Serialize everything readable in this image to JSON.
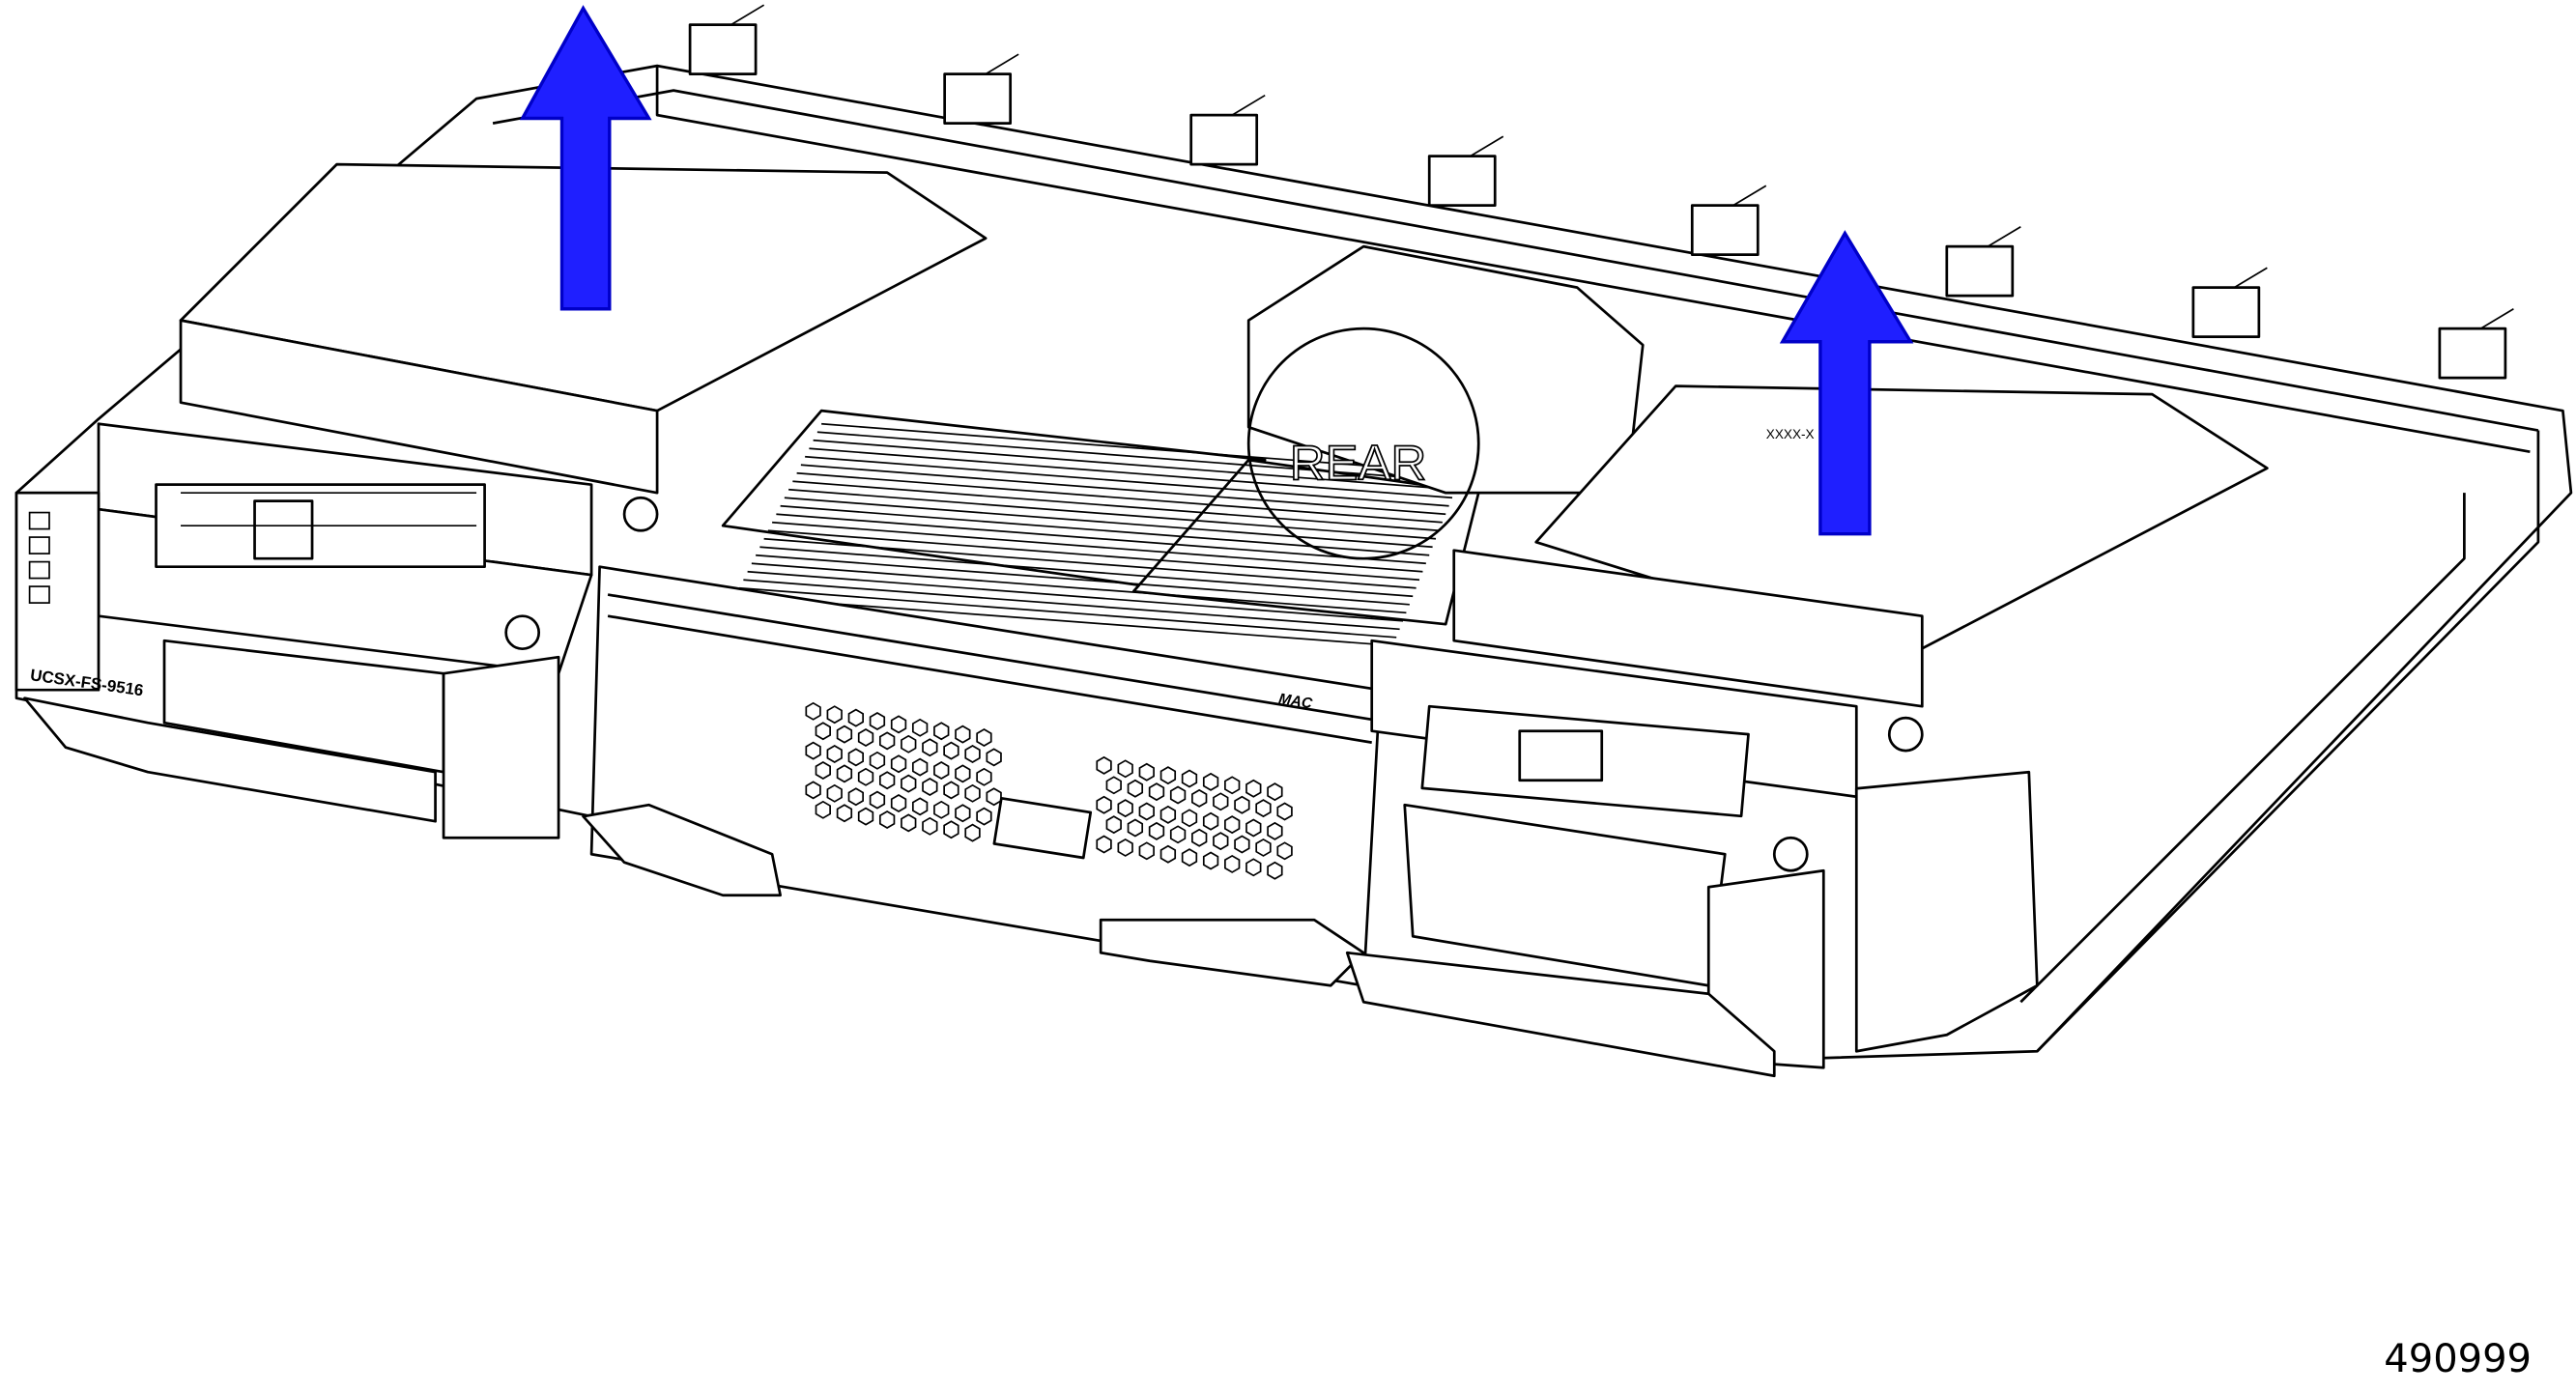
{
  "figure": {
    "figure_number": "490999",
    "labels": {
      "module_label": "UCSX-FS-9516",
      "rear_marking": "REAR",
      "mac_label": "MAC",
      "part_label": "XXXX-X"
    },
    "arrows": [
      {
        "name": "left-lift-arrow",
        "direction": "up"
      },
      {
        "name": "right-lift-arrow",
        "direction": "up"
      }
    ],
    "colors": {
      "arrow": "#1f1fff",
      "line": "#000000",
      "background": "#ffffff"
    }
  }
}
